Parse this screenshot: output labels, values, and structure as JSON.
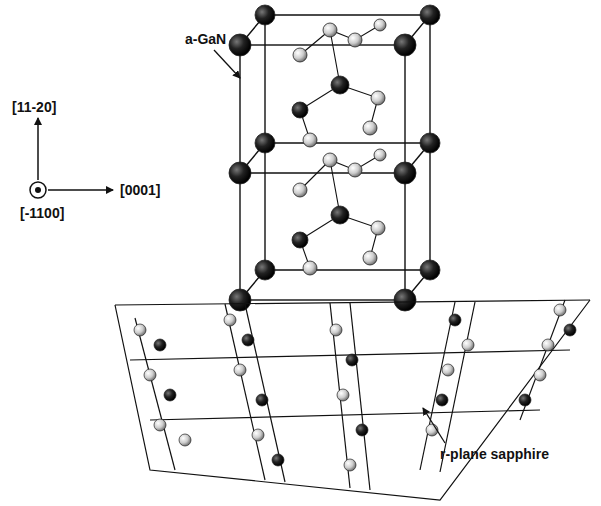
{
  "diagram": {
    "labels": [
      "a-GaN",
      "[11-20]",
      "[0001]",
      "[-1100]",
      "r-plane sapphire"
    ]
  }
}
